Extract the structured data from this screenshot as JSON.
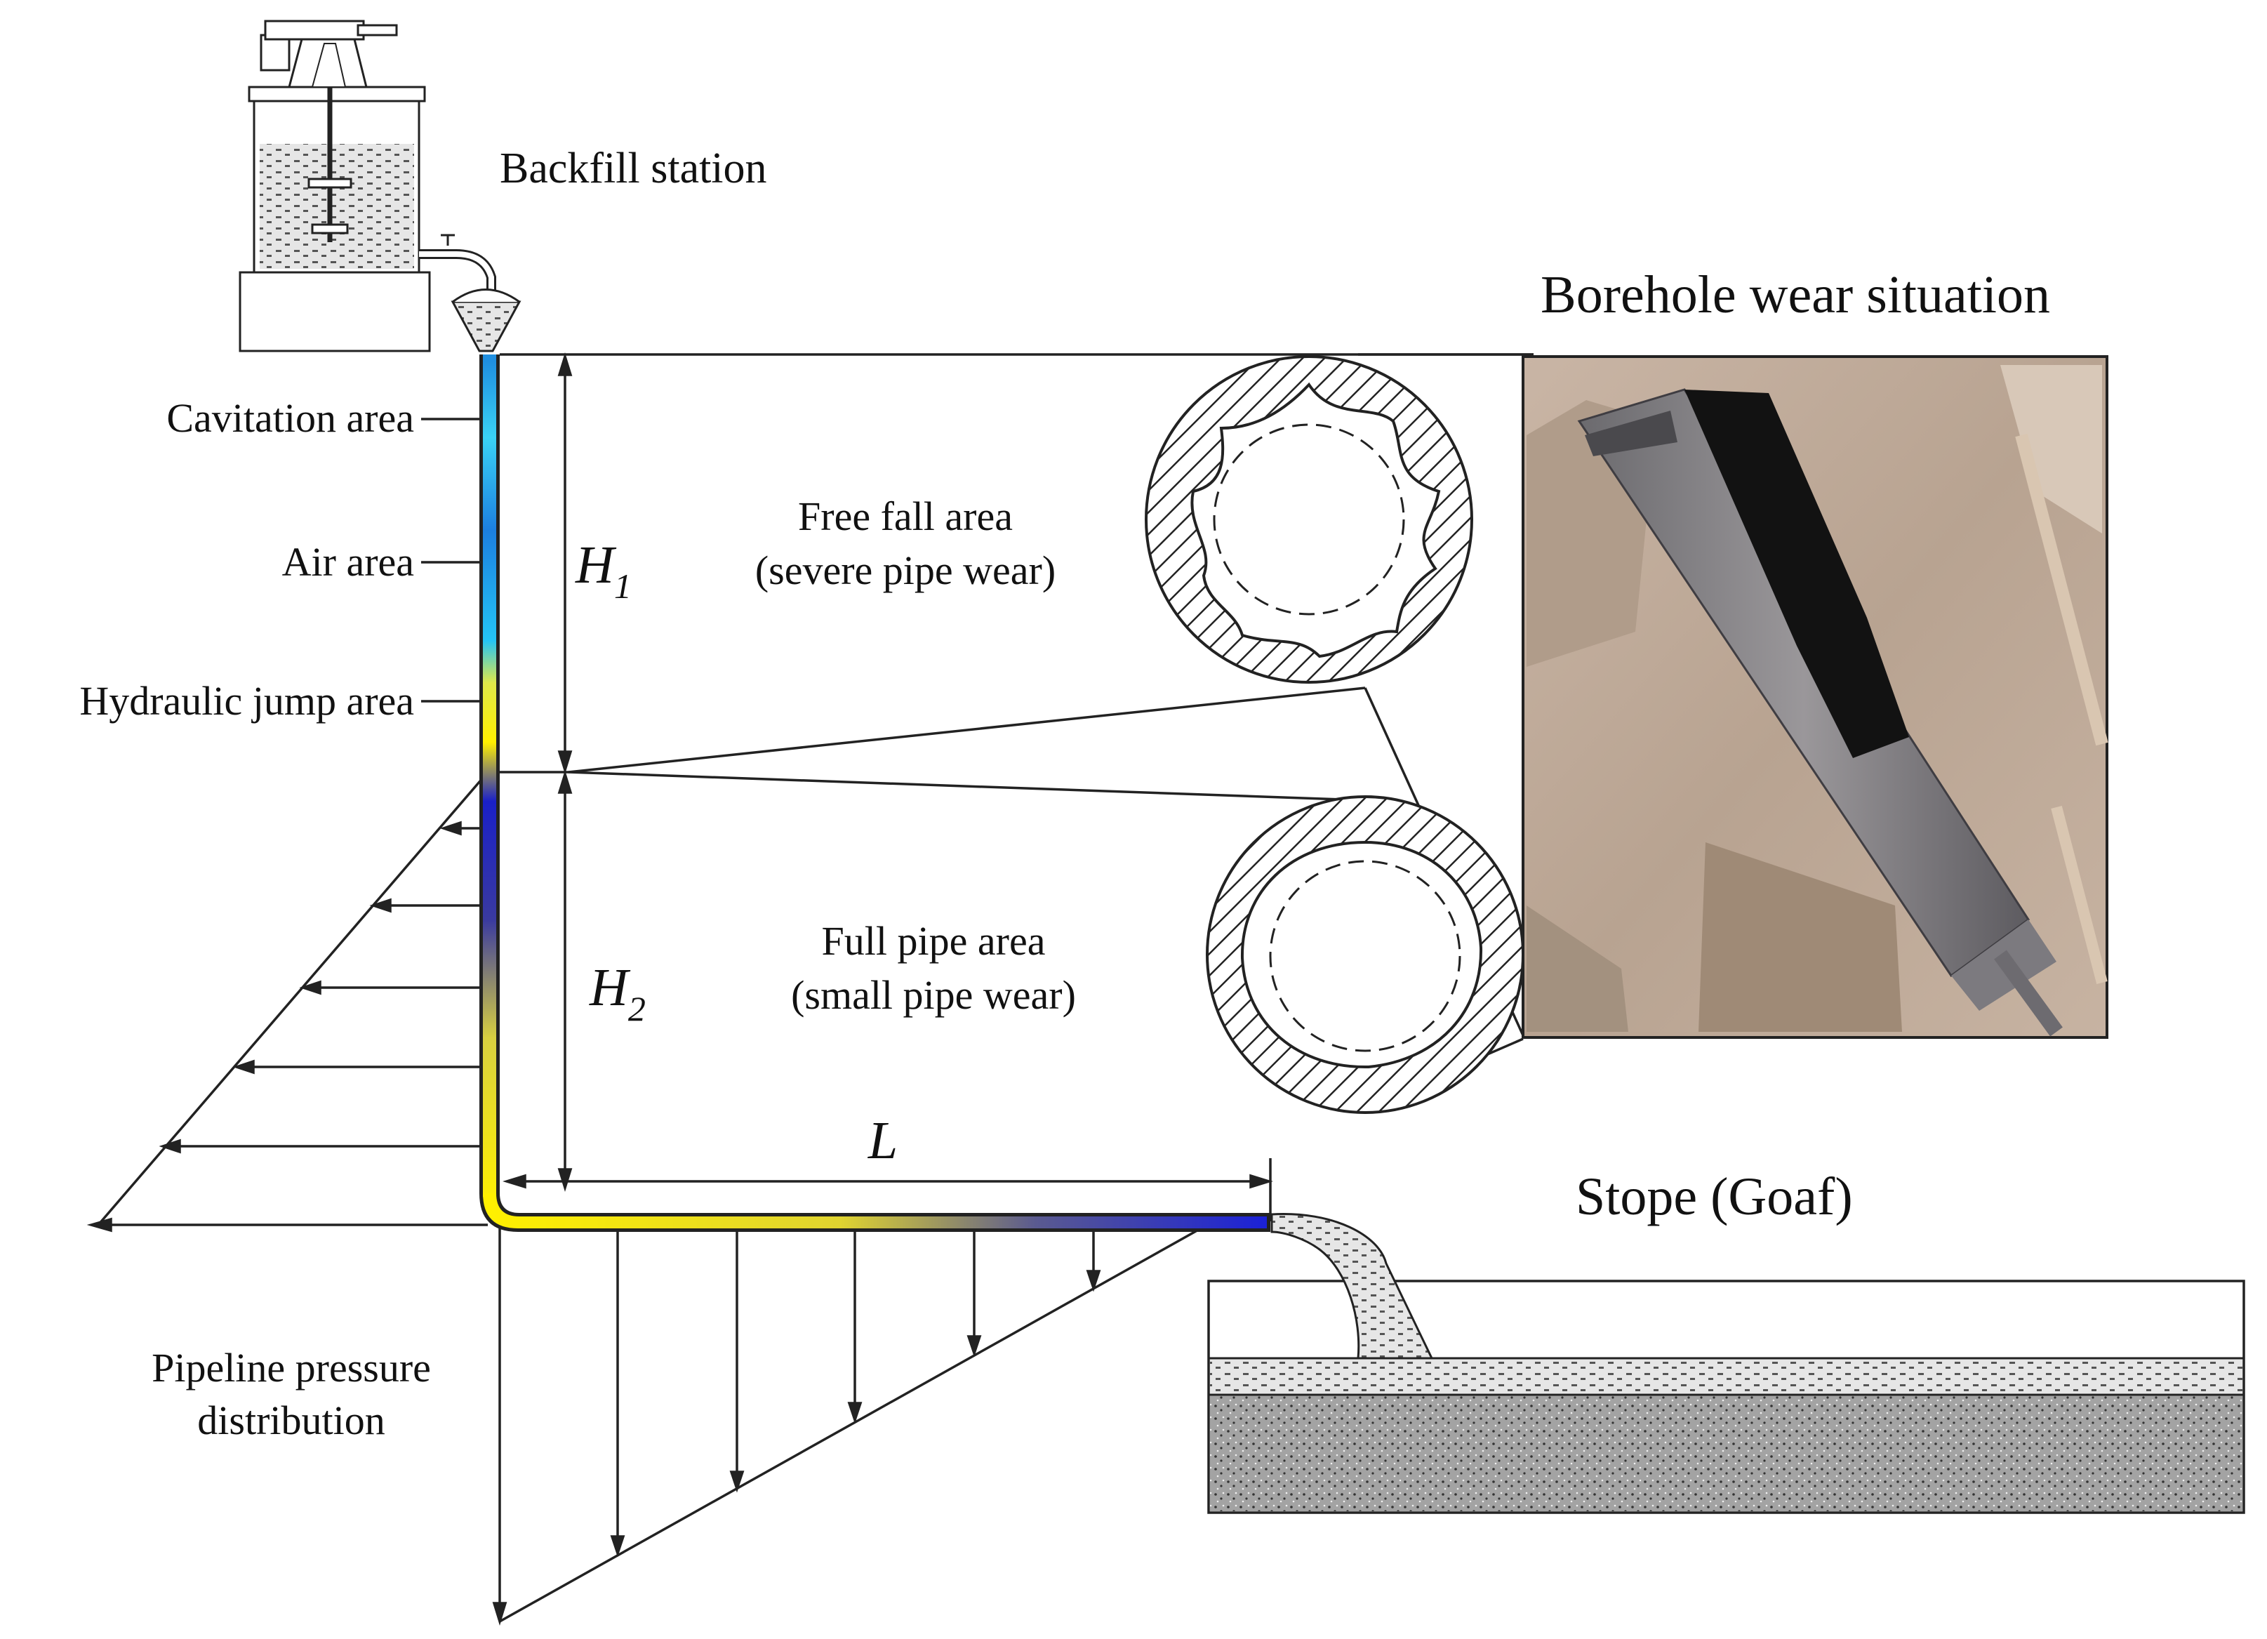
{
  "labels": {
    "backfill_station": "Backfill station",
    "borehole_wear": "Borehole wear situation",
    "cavitation_area": "Cavitation area",
    "air_area": "Air area",
    "hydraulic_jump_area": "Hydraulic jump area",
    "free_fall_line1": "Free fall area",
    "free_fall_line2": "(severe pipe wear)",
    "full_pipe_line1": "Full pipe  area",
    "full_pipe_line2": "(small pipe wear)",
    "stope": "Stope (Goaf)",
    "pressure_line1": "Pipeline pressure",
    "pressure_line2": "distribution"
  },
  "dims": {
    "h1": "H",
    "h1_sub": "1",
    "h2": "H",
    "h2_sub": "2",
    "l": "L"
  },
  "colors": {
    "cyan": "#22c8f0",
    "blue": "#1a23c8",
    "yellow": "#ffee00",
    "hatch": "#222222",
    "slurry": "#d9d9d9",
    "rock": "#9a9a9a"
  }
}
